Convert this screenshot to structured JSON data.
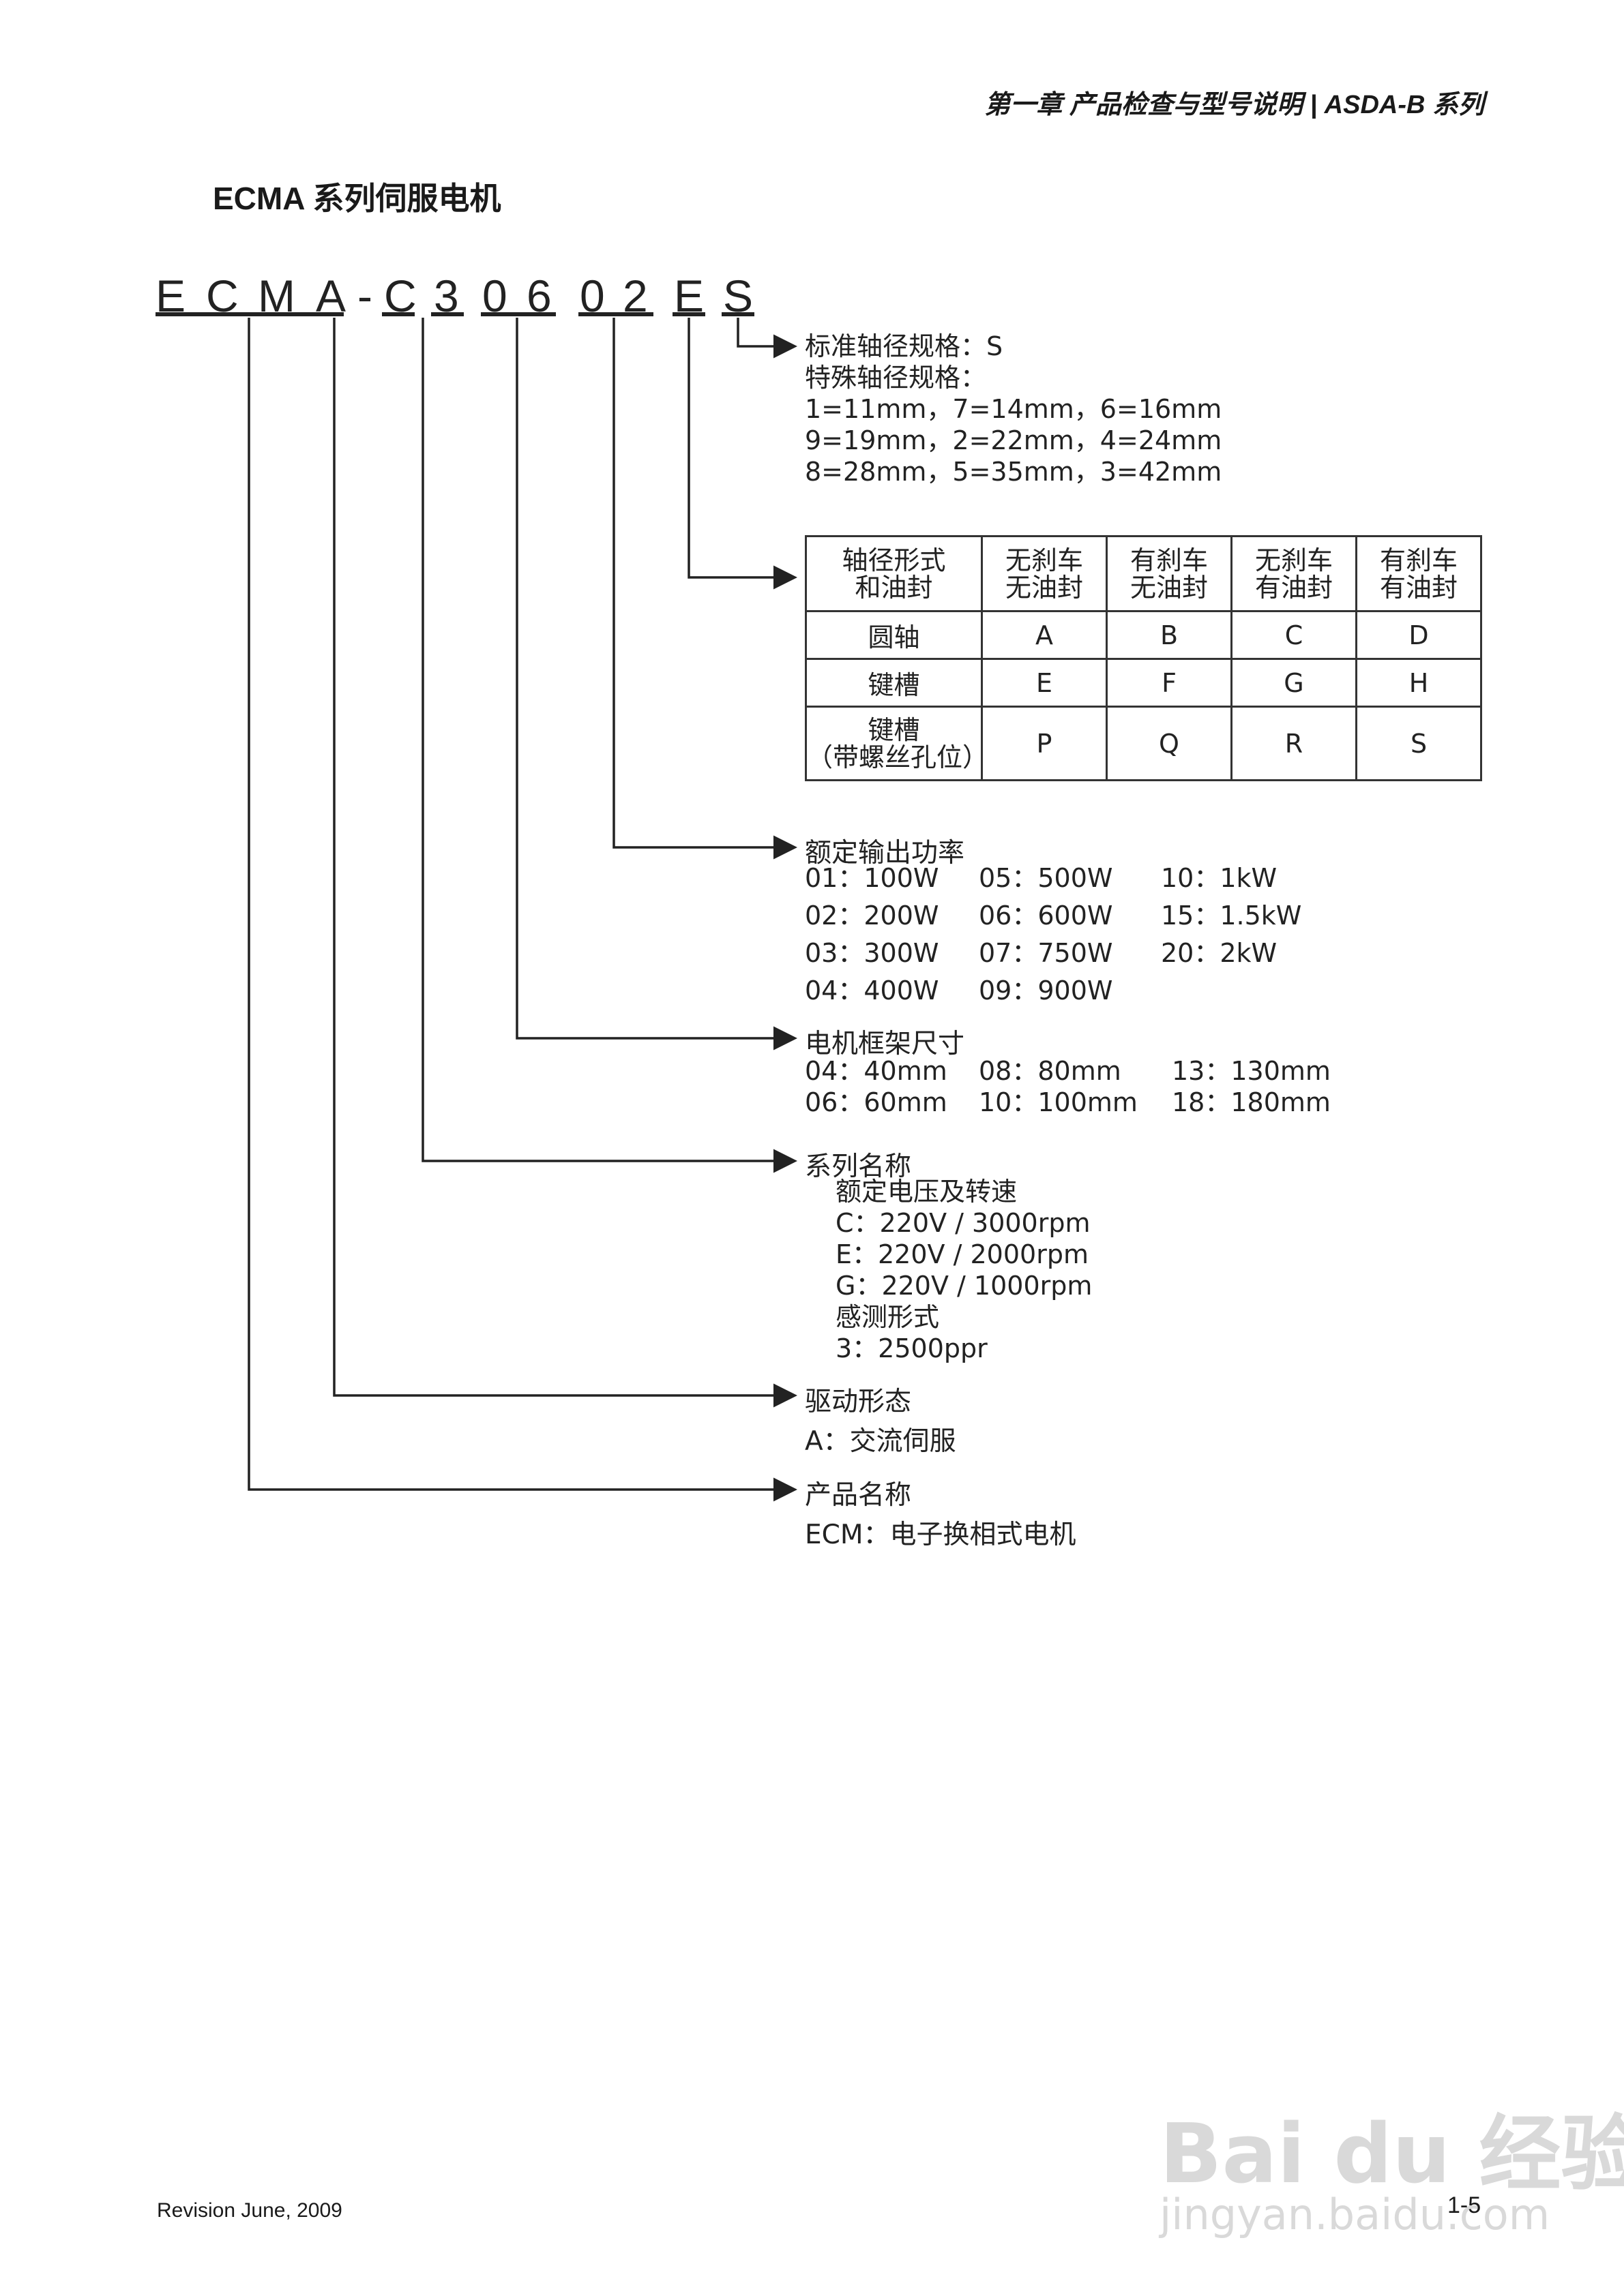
{
  "header": {
    "chapter_title": "第一章 产品检查与型号说明 | ASDA-B 系列"
  },
  "section": {
    "title": "ECMA 系列伺服电机"
  },
  "model_code": {
    "chars": [
      "E",
      "C",
      "M",
      "A",
      "-",
      "C",
      "3",
      "0",
      "6",
      "0",
      "2",
      "E",
      "S"
    ]
  },
  "shaft_spec": {
    "standard": "标准轴径规格：S",
    "special_title": "特殊轴径规格：",
    "line1": "1=11mm，7=14mm，6=16mm",
    "line2": "9=19mm，2=22mm，4=24mm",
    "line3": "8=28mm，5=35mm，3=42mm"
  },
  "shaft_table": {
    "header": [
      "轴径形式\n和油封",
      "无刹车\n无油封",
      "有刹车\n无油封",
      "无刹车\n有油封",
      "有刹车\n有油封"
    ],
    "rows": [
      [
        "圆轴",
        "A",
        "B",
        "C",
        "D"
      ],
      [
        "键槽",
        "E",
        "F",
        "G",
        "H"
      ],
      [
        "键槽\n（带螺丝孔位）",
        "P",
        "Q",
        "R",
        "S"
      ]
    ]
  },
  "rated_power": {
    "title": "额定输出功率",
    "col1": [
      "01：100W",
      "02：200W",
      "03：300W",
      "04：400W"
    ],
    "col2": [
      "05：500W",
      "06：600W",
      "07：750W",
      "09：900W"
    ],
    "col3": [
      "10：1kW",
      "15：1.5kW",
      "20：2kW"
    ]
  },
  "frame_size": {
    "title": "电机框架尺寸",
    "col1": [
      "04：40mm",
      "06：60mm"
    ],
    "col2": [
      "08：80mm",
      "10：100mm"
    ],
    "col3": [
      "13：130mm",
      "18：180mm"
    ]
  },
  "series": {
    "title": "系列名称",
    "sub1": "额定电压及转速",
    "c": "C：220V / 3000rpm",
    "e": "E：220V / 2000rpm",
    "g": "G：220V / 1000rpm",
    "sub2": "感测形式",
    "enc": "3：2500ppr"
  },
  "drive": {
    "title": "驱动形态",
    "value": "A：交流伺服"
  },
  "product": {
    "title": "产品名称",
    "value": "ECM：电子换相式电机"
  },
  "footer": {
    "revision": "Revision June, 2009",
    "page": "1-5"
  },
  "watermark": {
    "brand": "Bai du 经验",
    "url": "jingyan.baidu.com"
  }
}
